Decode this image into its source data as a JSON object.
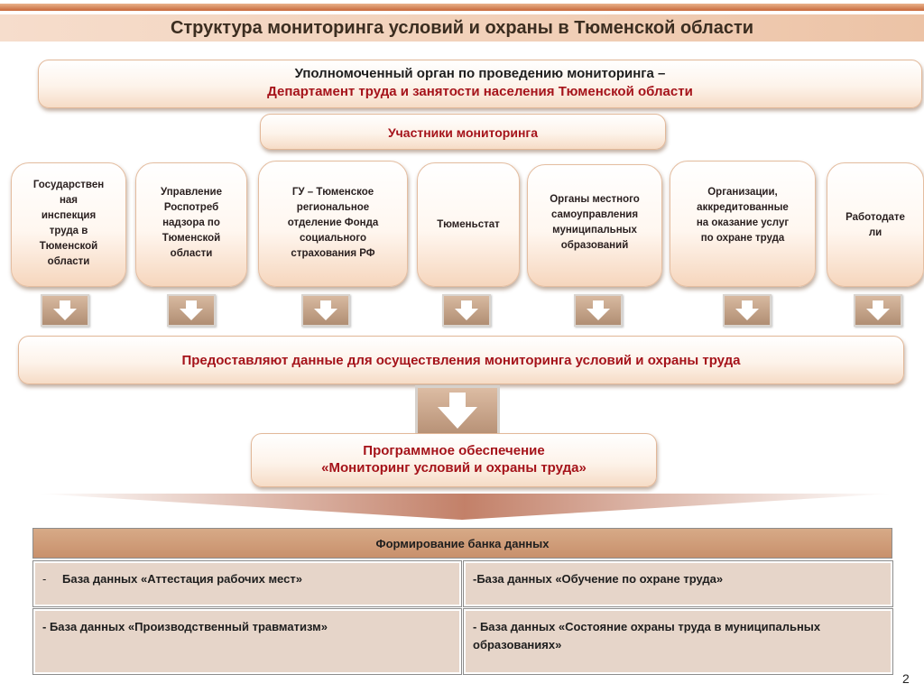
{
  "title": "Структура мониторинга условий и охраны в Тюменской области",
  "authority": {
    "line1": "Уполномоченный орган по проведению  мониторинга –",
    "line2": "Департамент труда и занятости населения Тюменской области"
  },
  "participants_label": "Участники мониторинга",
  "participants": [
    "Государствен\nная\nинспекция\nтруда в\nТюменской\nобласти",
    "Управление\nРоспотреб\nнадзора по\nТюменской\nобласти",
    "ГУ – Тюменское\nрегиональное\nотделение Фонда\nсоциального\nстрахования РФ",
    "Тюменьстат",
    "Органы местного\nсамоуправления\nмуниципальных\nобразований",
    "Организации,\nаккредитованные\nна оказание услуг\nпо охране труда",
    "Работодате\nли"
  ],
  "provide_text": "Предоставляют данные  для осуществления  мониторинга условий и охраны труда",
  "software": {
    "line1": "Программное обеспечение",
    "line2": "«Мониторинг условий и охраны труда»"
  },
  "databank": {
    "header": "Формирование банка данных",
    "cells": {
      "c1_dash": "-",
      "c1": "База данных «Аттестация рабочих мест»",
      "c2": "-База данных «Обучение по охране труда»",
      "c3": "- База данных «Производственный травматизм»",
      "c4": "- База данных «Состояние охраны труда в муниципальных образованиях»"
    }
  },
  "page_number": "2",
  "colors": {
    "accent_red": "#a5131a",
    "title_band": "#f1cfb7",
    "arrow_fill": "#c4a085",
    "table_header": "#d0a07c",
    "table_cell": "#e6d5c9"
  }
}
